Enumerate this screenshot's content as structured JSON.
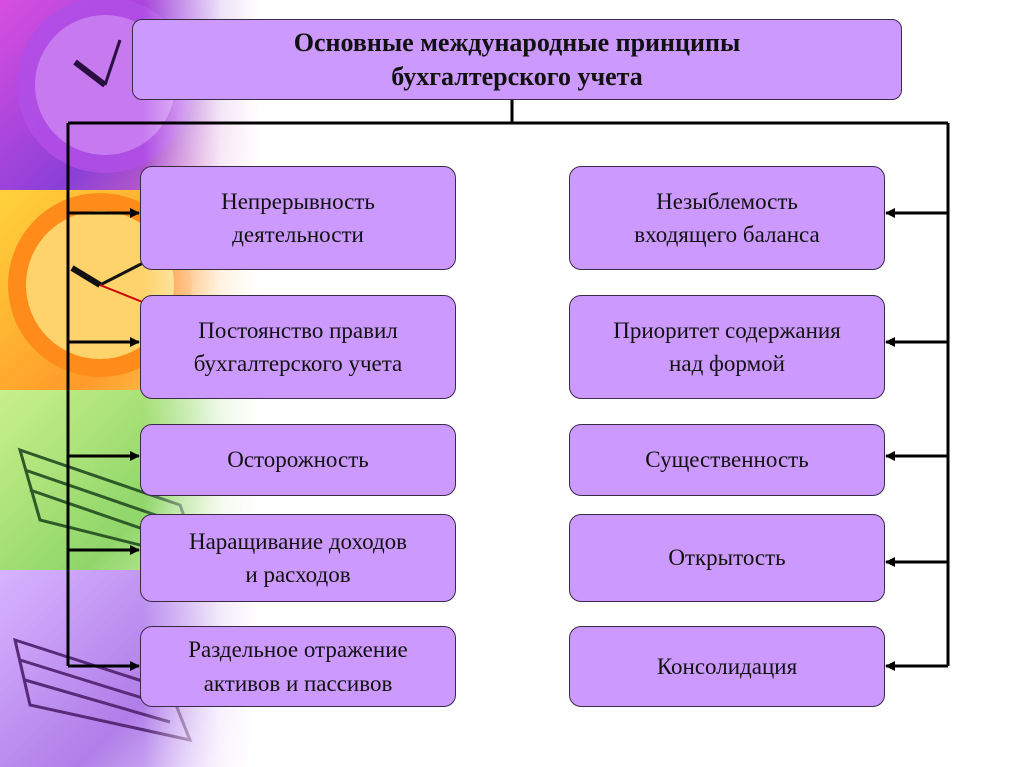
{
  "title": "Основные международные принципы\nбухгалтерского учета",
  "left_principles": [
    "Непрерывность\nдеятельности",
    "Постоянство правил\nбухгалтерского учета",
    "Осторожность",
    "Наращивание доходов\nи расходов",
    "Раздельное отражение\nактивов и пассивов"
  ],
  "right_principles": [
    "Незыблемость\nвходящего баланса",
    "Приоритет содержания\nнад формой",
    "Существенность",
    "Открытость",
    "Консолидация"
  ],
  "colors": {
    "box_fill": "#cc99ff",
    "box_border": "#3a2a4a",
    "connector": "#000000"
  }
}
